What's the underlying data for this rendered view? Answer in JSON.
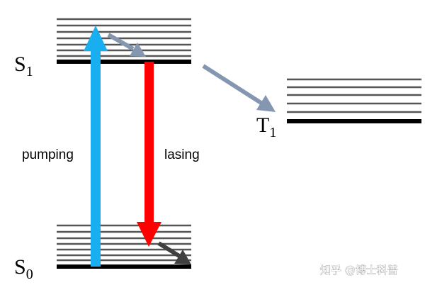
{
  "states": {
    "s1": {
      "main": "S",
      "sub": "1"
    },
    "s0": {
      "main": "S",
      "sub": "0"
    },
    "t1": {
      "main": "T",
      "sub": "1"
    }
  },
  "labels": {
    "pumping": "pumping",
    "lasing": "lasing"
  },
  "watermark": "知乎 @博士科普",
  "colors": {
    "level_line": "#555555",
    "ground_line": "#000000",
    "pumping_arrow": "#19aef0",
    "lasing_arrow": "#ff0000",
    "relaxation_arrow": "#8496b0",
    "decay_arrow": "#404040"
  }
}
